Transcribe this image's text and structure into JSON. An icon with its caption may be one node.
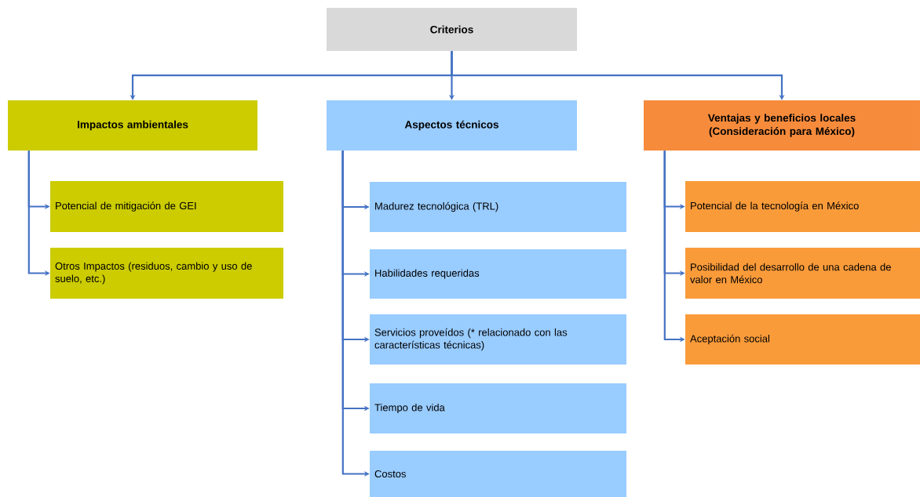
{
  "diagram": {
    "nodes": [
      {
        "text": [
          "Criterios"
        ]
      },
      {
        "text": [
          "Impactos ambientales"
        ]
      },
      {
        "text": [
          "Aspectos técnicos"
        ]
      },
      {
        "text": [
          "Ventajas y beneficios locales (Consideración para México)"
        ]
      },
      {
        "text": [
          "Potencial de mitigación de GEI"
        ]
      },
      {
        "text": [
          "Otros Impactos (residuos, cambio y uso de suelo, etc.)"
        ]
      },
      {
        "text": [
          "Madurez tecnológica (TRL)"
        ]
      },
      {
        "text": [
          "Habilidades requeridas"
        ]
      },
      {
        "text": [
          "Servicios proveídos (* relacionado con las características técnicas)"
        ]
      },
      {
        "text": [
          "Tiempo de vida"
        ]
      },
      {
        "text": [
          "Costos"
        ]
      },
      {
        "text": [
          "Potencial de la tecnología en México"
        ]
      },
      {
        "text": [
          "Posibilidad del desarrollo de una cadena de valor en México"
        ]
      },
      {
        "text": [
          "Aceptación social"
        ]
      }
    ],
    "edges": [
      {
        "from": 0,
        "to": 1,
        "arrow": "to"
      },
      {
        "from": 0,
        "to": 2,
        "arrow": "to"
      },
      {
        "from": 0,
        "to": 3,
        "arrow": "to"
      },
      {
        "from": 1,
        "to": 4,
        "arrow": "to"
      },
      {
        "from": 1,
        "to": 5,
        "arrow": "to"
      },
      {
        "from": 2,
        "to": 6,
        "arrow": "to"
      },
      {
        "from": 2,
        "to": 7,
        "arrow": "to"
      },
      {
        "from": 2,
        "to": 8,
        "arrow": "to"
      },
      {
        "from": 2,
        "to": 9,
        "arrow": "to"
      },
      {
        "from": 2,
        "to": 10,
        "arrow": "to"
      },
      {
        "from": 3,
        "to": 11,
        "arrow": "to"
      },
      {
        "from": 3,
        "to": 12,
        "arrow": "to"
      },
      {
        "from": 3,
        "to": 13,
        "arrow": "to"
      }
    ]
  }
}
